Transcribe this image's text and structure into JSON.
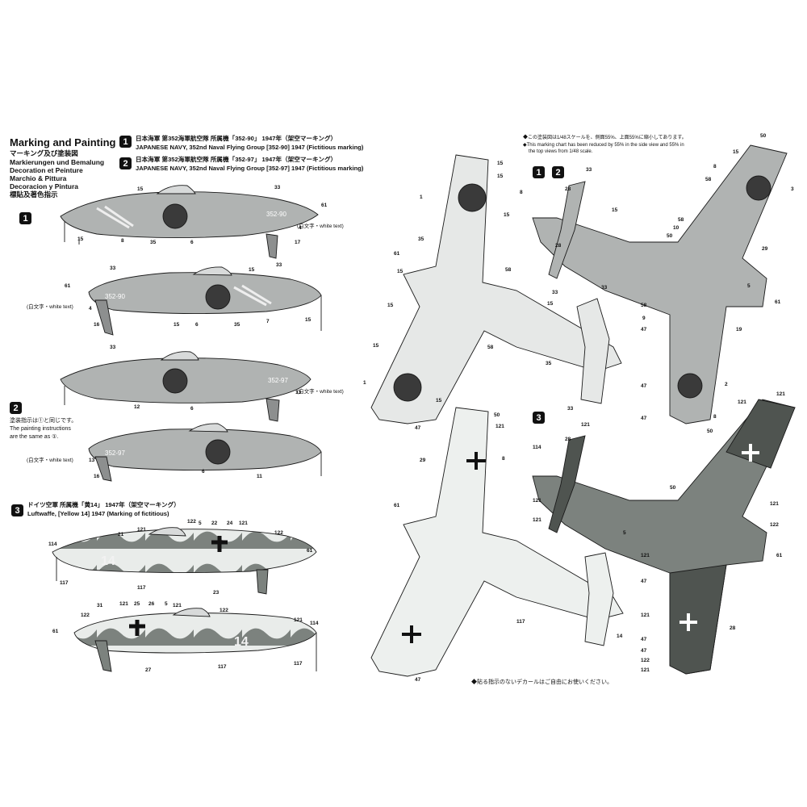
{
  "heading": {
    "title": "Marking and Painting",
    "subtitles": [
      "マーキング及び塗装図",
      "Markierungen und Bemalung",
      "Decoration et Peinture",
      "Marchio & Pittura",
      "Decoracion y Pintura",
      "標貼及著色指示"
    ]
  },
  "schemes": [
    {
      "number": "1",
      "line_jp": "日本海軍 第352海軍航空隊 所属機「352-90」 1947年（架空マーキング）",
      "line_en": "JAPANESE NAVY, 352nd Naval Flying Group [352-90] 1947 (Fictitious marking)"
    },
    {
      "number": "2",
      "line_jp": "日本海軍 第352海軍航空隊 所属機「352-97」 1947年（架空マーキング）",
      "line_en": "JAPANESE NAVY, 352nd Naval Flying Group [352-97] 1947 (Fictitious marking)"
    },
    {
      "number": "3",
      "line_jp": "ドイツ空軍 所属機「黄14」 1947年（架空マーキング）",
      "line_en": "Luftwaffe, [Yellow 14] 1947 (Marking of fictitious)"
    }
  ],
  "notes": {
    "white_text": "(白文字・white text)",
    "same_as_jp": "塗装指示は①と同じです。",
    "same_as_en_1": "The painting instructions",
    "same_as_en_2": "are the same as ①.",
    "scale_jp": "◆この塗装図は1/48スケールを、側面55%、上面55%に縮小してあります。",
    "scale_en_1": "◆This marking chart has been reduced by 55% in the side view and 55% in",
    "scale_en_2": "the top views from 1/48 scale.",
    "no_decal": "◆貼る指示のないデカールはご自由にお使いください。"
  },
  "aircraft_codes": {
    "s1_left": "352-90",
    "s2_left": "352-97",
    "s3_yellow": "14"
  },
  "callouts": {
    "s1_side_a": [
      "15",
      "33",
      "61",
      "15",
      "8",
      "35",
      "6",
      "4",
      "17",
      "33"
    ],
    "s1_side_b": [
      "33",
      "15",
      "61",
      "4",
      "16",
      "33",
      "15",
      "6",
      "35",
      "7",
      "15"
    ],
    "s2_side_a": [
      "13",
      "12",
      "6"
    ],
    "s2_side_b": [
      "13",
      "16",
      "6",
      "11"
    ],
    "s3_side_a": [
      "122",
      "5",
      "22",
      "24",
      "121",
      "21",
      "121",
      "114",
      "61",
      "117",
      "117",
      "23",
      "122"
    ],
    "s3_side_b": [
      "31",
      "121",
      "25",
      "26",
      "5",
      "121",
      "122",
      "121",
      "114",
      "61",
      "122",
      "117",
      "27",
      "117"
    ],
    "top1_under": [
      "15",
      "8",
      "1",
      "15",
      "15",
      "35",
      "58",
      "61",
      "15",
      "15",
      "15",
      "58",
      "15",
      "35",
      "33",
      "1",
      "15",
      "47",
      "33"
    ],
    "top1_upper": [
      "33",
      "28",
      "15",
      "28",
      "33",
      "58",
      "10",
      "50",
      "15",
      "2",
      "29",
      "61",
      "58",
      "9",
      "47",
      "19",
      "47",
      "47",
      "5",
      "8",
      "58",
      "50",
      "3"
    ],
    "top3_under": [
      "50",
      "121",
      "8",
      "29",
      "61",
      "117",
      "14",
      "47"
    ],
    "top3_upper": [
      "114",
      "121",
      "28",
      "121",
      "121",
      "50",
      "121",
      "122",
      "5",
      "121",
      "61",
      "47",
      "121",
      "47",
      "122",
      "121",
      "47",
      "28",
      "8",
      "50",
      "121",
      "121"
    ]
  },
  "colors": {
    "ink": "#1a1a1a",
    "japan_gray": "#b0b3b2",
    "japan_dark": "#8d8f8f",
    "hinomaru": "#3a3a3a",
    "lw_light": "#e9ecea",
    "lw_green": "#7c827e",
    "lw_dark": "#4f5450"
  }
}
